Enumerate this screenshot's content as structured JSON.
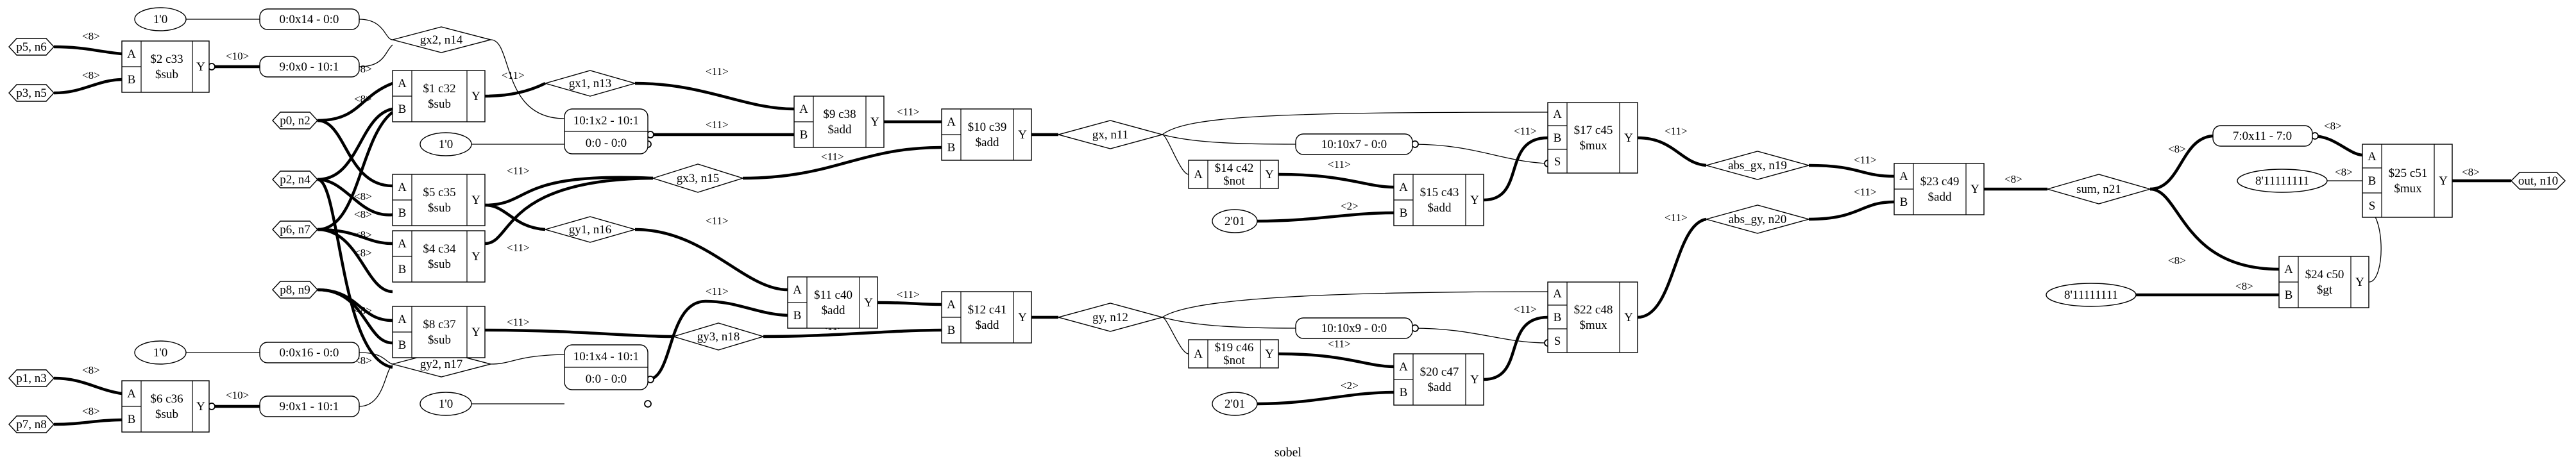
{
  "title": "sobel",
  "ports": {
    "p5": "p5, n6",
    "p3": "p3, n5",
    "p0": "p0, n2",
    "p2": "p2, n4",
    "p6": "p6, n7",
    "p8": "p8, n9",
    "p1": "p1, n3",
    "p7": "p7, n8",
    "out": "out, n10"
  },
  "consts": {
    "c_top": "1'0",
    "c_mid": "1'0",
    "c_g1": "1'0",
    "c_g2": "1'0",
    "two1": "2'01",
    "two2": "2'01",
    "ff1": "8'11111111",
    "ff2": "8'11111111"
  },
  "slices": {
    "s1": "0:0x14 - 0:0",
    "s2": "9:0x0 - 10:1",
    "s3a": "10:1x2 - 10:1",
    "s3b": "0:0 - 0:0",
    "s4": "10:10x7 - 0:0",
    "s5": "0:0x16 - 0:0",
    "s6": "9:0x1 - 10:1",
    "s7a": "10:1x4 - 10:1",
    "s7b": "0:0 - 0:0",
    "s8": "10:10x9 - 0:0",
    "s9": "7:0x11 - 7:0"
  },
  "nets": {
    "gx2": "gx2, n14",
    "gx1": "gx1, n13",
    "gx3": "gx3, n15",
    "gy1": "gy1, n16",
    "gy3": "gy3, n18",
    "gy2": "gy2, n17",
    "gx": "gx, n11",
    "gy": "gy, n12",
    "abs_gx": "abs_gx, n19",
    "abs_gy": "abs_gy, n20",
    "sum": "sum, n21"
  },
  "cells": {
    "c33": {
      "name": "$2 c33",
      "op": "$sub"
    },
    "c32": {
      "name": "$1 c32",
      "op": "$sub"
    },
    "c35": {
      "name": "$5 c35",
      "op": "$sub"
    },
    "c34": {
      "name": "$4 c34",
      "op": "$sub"
    },
    "c37": {
      "name": "$8 c37",
      "op": "$sub"
    },
    "c36": {
      "name": "$6 c36",
      "op": "$sub"
    },
    "c38": {
      "name": "$9 c38",
      "op": "$add"
    },
    "c39": {
      "name": "$10 c39",
      "op": "$add"
    },
    "c40": {
      "name": "$11 c40",
      "op": "$add"
    },
    "c41": {
      "name": "$12 c41",
      "op": "$add"
    },
    "c42": {
      "name": "$14 c42",
      "op": "$not"
    },
    "c43": {
      "name": "$15 c43",
      "op": "$add"
    },
    "c45": {
      "name": "$17 c45",
      "op": "$mux"
    },
    "c46": {
      "name": "$19 c46",
      "op": "$not"
    },
    "c47": {
      "name": "$20 c47",
      "op": "$add"
    },
    "c48": {
      "name": "$22 c48",
      "op": "$mux"
    },
    "c49": {
      "name": "$23 c49",
      "op": "$add"
    },
    "c50": {
      "name": "$24 c50",
      "op": "$gt"
    },
    "c51": {
      "name": "$25 c51",
      "op": "$mux"
    }
  },
  "pins": {
    "a": "A",
    "b": "B",
    "s": "S",
    "y": "Y"
  },
  "widths": {
    "w8": "<8>",
    "w10": "<10>",
    "w11": "<11>",
    "w2": "<2>"
  }
}
